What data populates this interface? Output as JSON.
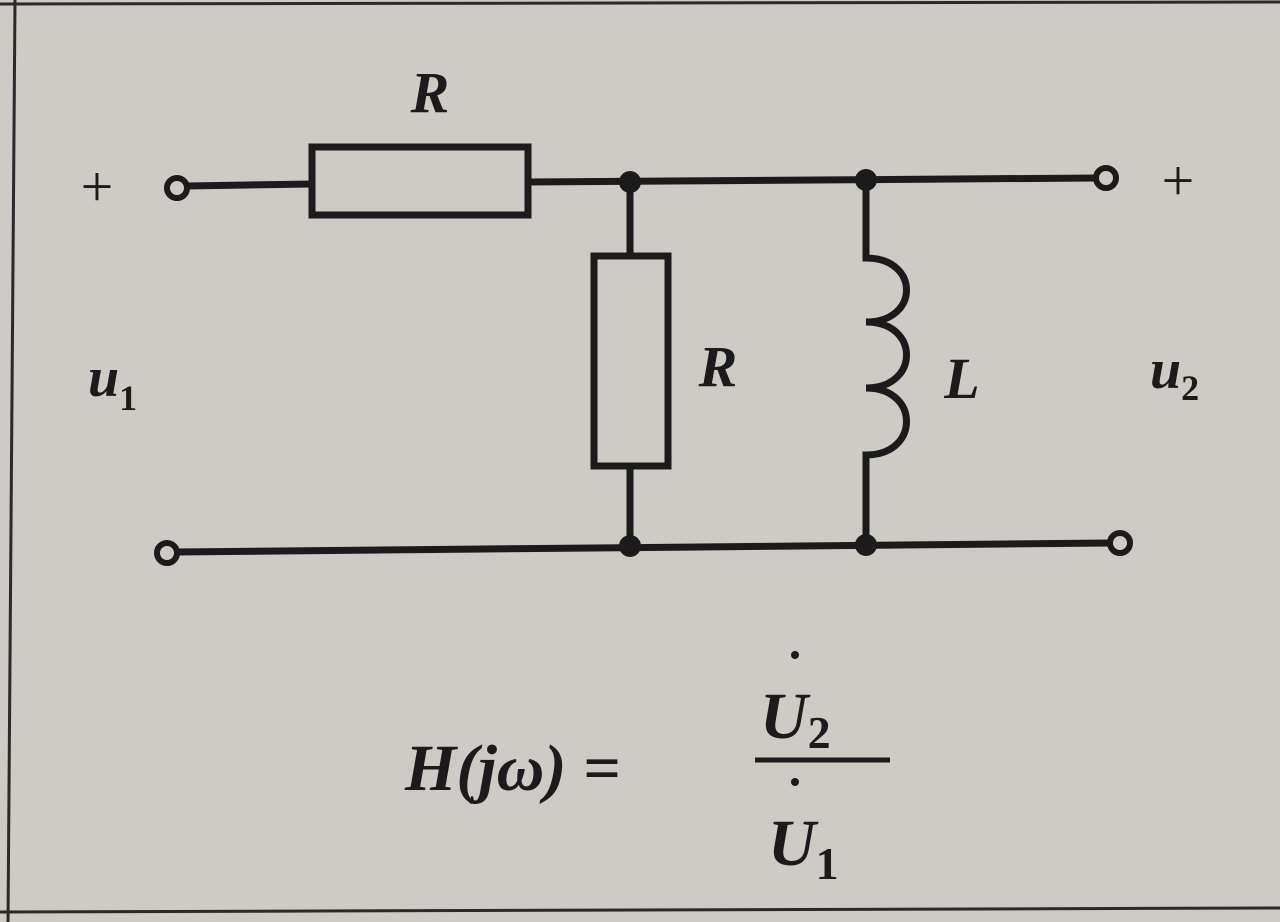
{
  "colors": {
    "background": "#cdcbc3",
    "ink": "#1b1b1b"
  },
  "diagram": {
    "type": "circuit",
    "components": [
      {
        "id": "series-resistor",
        "label": "R"
      },
      {
        "id": "shunt-resistor",
        "label": "R"
      },
      {
        "id": "shunt-inductor",
        "label": "L"
      }
    ],
    "input": {
      "plus": "+",
      "voltage_label": "u",
      "voltage_sub": "1"
    },
    "output": {
      "plus": "+",
      "voltage_label": "u",
      "voltage_sub": "2"
    },
    "formula": {
      "lhs": "H(jω) =",
      "numerator": "U",
      "numerator_sub": "2",
      "denominator": "U",
      "denominator_sub": "1"
    }
  }
}
